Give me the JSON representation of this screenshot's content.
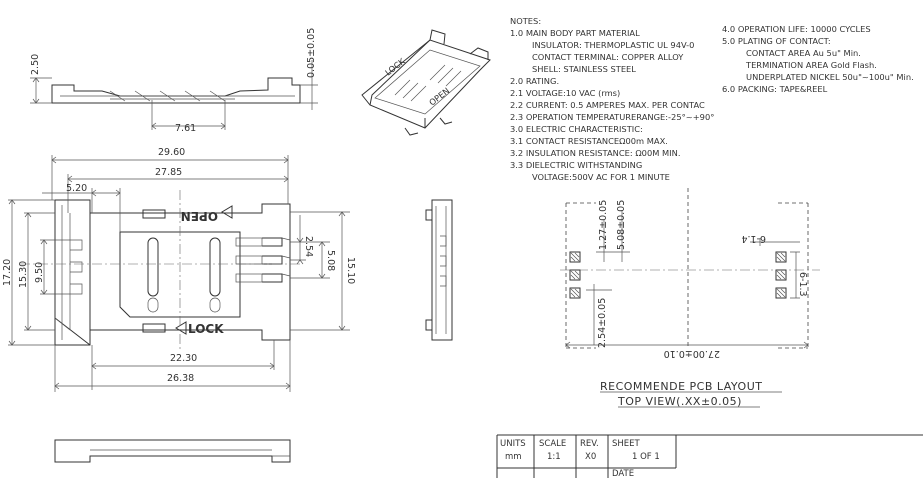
{
  "notes": {
    "left": [
      "NOTES:",
      "1.0  MAIN BODY PART MATERIAL",
      "INSULATOR: THERMOPLASTIC UL 94V-0",
      "CONTACT TERMINAL: COPPER ALLOY",
      "SHELL: STAINLESS STEEL",
      "2.0  RATING.",
      "2.1  VOLTAGE:10 VAC (rms)",
      "2.2  CURRENT: 0.5 AMPERES MAX. PER CONTAC",
      "2.3  OPERATION TEMPERATURERANGE:-25°~+90°",
      "3.0  ELECTRIC CHARACTERISTIC:",
      "3.1  CONTACT RESISTANCEΩ00m    MAX.",
      "3.2  INSULATION RESISTANCE: Ω00M     MIN.",
      "3.3  DIELECTRIC WITHSTANDING",
      "VOLTAGE:500V AC FOR 1 MINUTE"
    ],
    "right": [
      "4.0  OPERATION LIFE: 10000 CYCLES",
      "5.0  PLATING OF CONTACT:",
      "CONTACT AREA Au 5u\" Min.",
      "TERMINATION AREA Gold Flash.",
      "UNDERPLATED NICKEL 50u\"~100u\" Min.",
      "6.0  PACKING: TAPE&REEL"
    ]
  },
  "side_view": {
    "dim_height": "2.50",
    "dim_thick": "0.05±0.05",
    "dim_width": "7.61"
  },
  "top_view": {
    "dim_overall": "29.60",
    "dim_body": "27.85",
    "dim_offset": "5.20",
    "dim_h1": "17.20",
    "dim_h2": "15.30",
    "dim_h3": "9.50",
    "dim_pitch": "2.54",
    "dim_span": "5.08",
    "dim_rh": "15.10",
    "dim_b1": "22.30",
    "dim_b2": "26.38",
    "label_open": "OPEN",
    "label_lock": "LOCK"
  },
  "iso_view": {
    "label_open": "OPEN",
    "label_lock": "LOCK"
  },
  "pcb_layout": {
    "dim_pitch": "1.27±0.05",
    "dim_span": "5.08±0.05",
    "dim_pad_w": "6-1.4",
    "dim_pad_h": "6-1.3",
    "dim_pitch2": "2.54±0.05",
    "dim_width": "27.00±0.10",
    "title": "RECOMMENDE PCB LAYOUT",
    "subtitle": "TOP VIEW(.XX±0.05)"
  },
  "title_block": {
    "h_units": "UNITS",
    "h_scale": "SCALE",
    "h_rev": "REV.",
    "h_sheet": "SHEET",
    "v_units": "mm",
    "v_scale": "1:1",
    "v_rev": "X0",
    "v_sheet": "1 OF 1",
    "h_date": "DATE"
  }
}
